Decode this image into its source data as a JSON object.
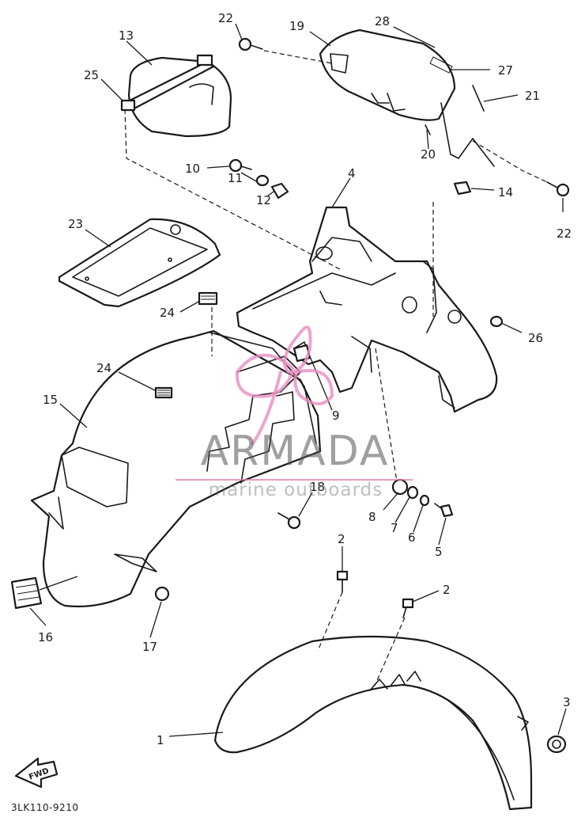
{
  "drawing": {
    "number": "3LK110-9210",
    "fwd_label": "FWD"
  },
  "watermark": {
    "name": "ARMADA",
    "subtitle": "marine outboards",
    "logo_color": "#e88cc0"
  },
  "callouts": [
    "1",
    "2",
    "2",
    "3",
    "4",
    "5",
    "6",
    "7",
    "8",
    "9",
    "10",
    "11",
    "12",
    "13",
    "14",
    "15",
    "16",
    "17",
    "18",
    "19",
    "20",
    "21",
    "22",
    "22",
    "23",
    "24",
    "24",
    "25",
    "26",
    "27",
    "28"
  ],
  "colors": {
    "ink": "#1a1a1a",
    "paper": "#ffffff"
  }
}
